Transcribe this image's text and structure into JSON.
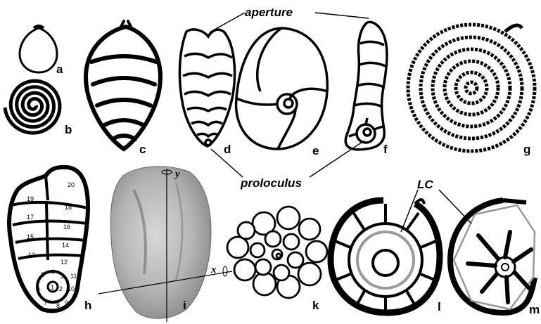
{
  "panels": {
    "a": "a",
    "b": "b",
    "c": "c",
    "d": "d",
    "e": "e",
    "f": "f",
    "g": "g",
    "h": "h",
    "i": "i",
    "k": "k",
    "l": "l",
    "m": "m"
  },
  "terms": {
    "aperture": "aperture",
    "proloculus": "proloculus",
    "lc": "LC"
  },
  "axes": {
    "x": "x",
    "y": "y"
  },
  "chamber_numbers": [
    "1",
    "2",
    "3",
    "4",
    "5",
    "6",
    "7",
    "8",
    "9",
    "10",
    "11",
    "12",
    "13",
    "14",
    "15",
    "16",
    "17",
    "18",
    "19",
    "20"
  ]
}
